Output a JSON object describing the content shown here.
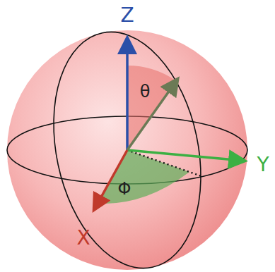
{
  "diagram": {
    "labels": [
      "Z",
      "θ",
      "Y",
      "X",
      "Φ"
    ]
  }
}
